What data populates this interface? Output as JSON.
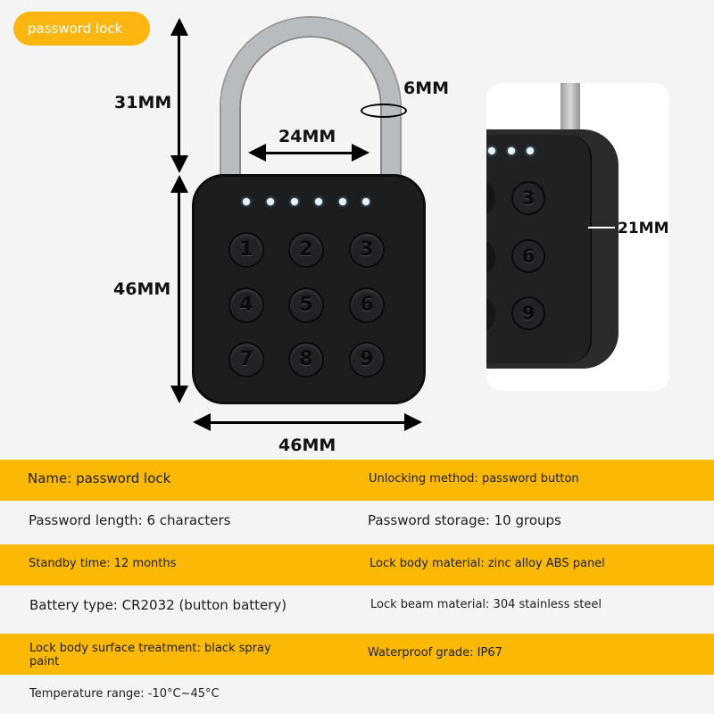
{
  "badge": {
    "label": "password lock"
  },
  "colors": {
    "accent": "#fbb905",
    "background": "#f4f4f4",
    "lock_body": "#1c1d1f"
  },
  "dimensions": {
    "shackle_height": "31MM",
    "shackle_diameter": "6MM",
    "shackle_inner_width": "24MM",
    "body_height": "46MM",
    "body_width": "46MM",
    "body_thickness": "21MM"
  },
  "keypad": {
    "keys": [
      "1",
      "2",
      "3",
      "4",
      "5",
      "6",
      "7",
      "8",
      "9"
    ],
    "side_keys": [
      "3",
      "6",
      "9"
    ],
    "led_count": 6
  },
  "specs": [
    {
      "left": "Name: password lock",
      "right": "Unlocking method: password button"
    },
    {
      "left": "Password length: 6 characters",
      "right": "Password storage: 10 groups"
    },
    {
      "left": "Standby time: 12 months",
      "right": "Lock body material: zinc alloy ABS panel"
    },
    {
      "left": "Battery type: CR2032 (button battery)",
      "right": "Lock beam material: 304 stainless steel"
    },
    {
      "left": "Lock body surface treatment: black spray paint",
      "right": "Waterproof grade: IP67"
    },
    {
      "left": "Temperature range: -10°C~45°C",
      "right": ""
    }
  ]
}
